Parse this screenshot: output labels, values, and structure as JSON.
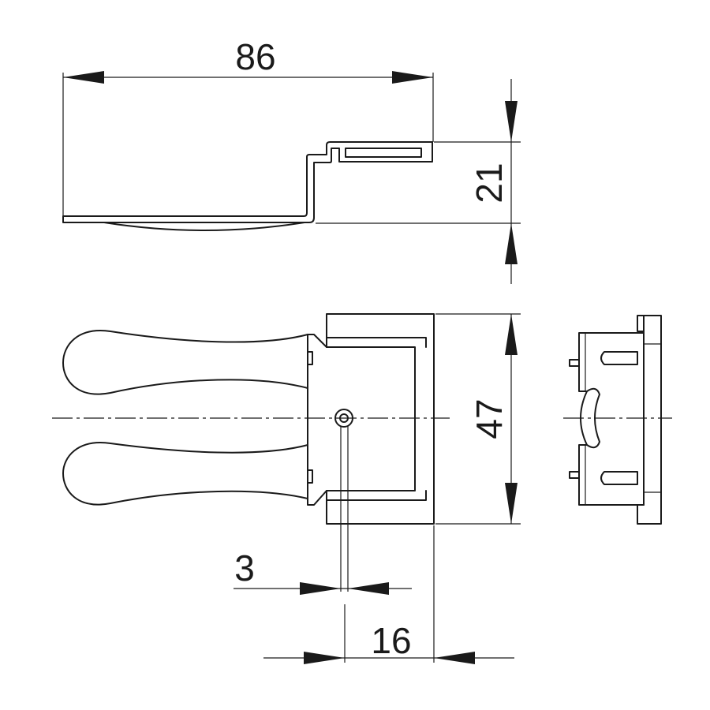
{
  "dimensions": {
    "width_top": "86",
    "height_side": "21",
    "height_front": "47",
    "thickness": "3",
    "depth": "16"
  }
}
